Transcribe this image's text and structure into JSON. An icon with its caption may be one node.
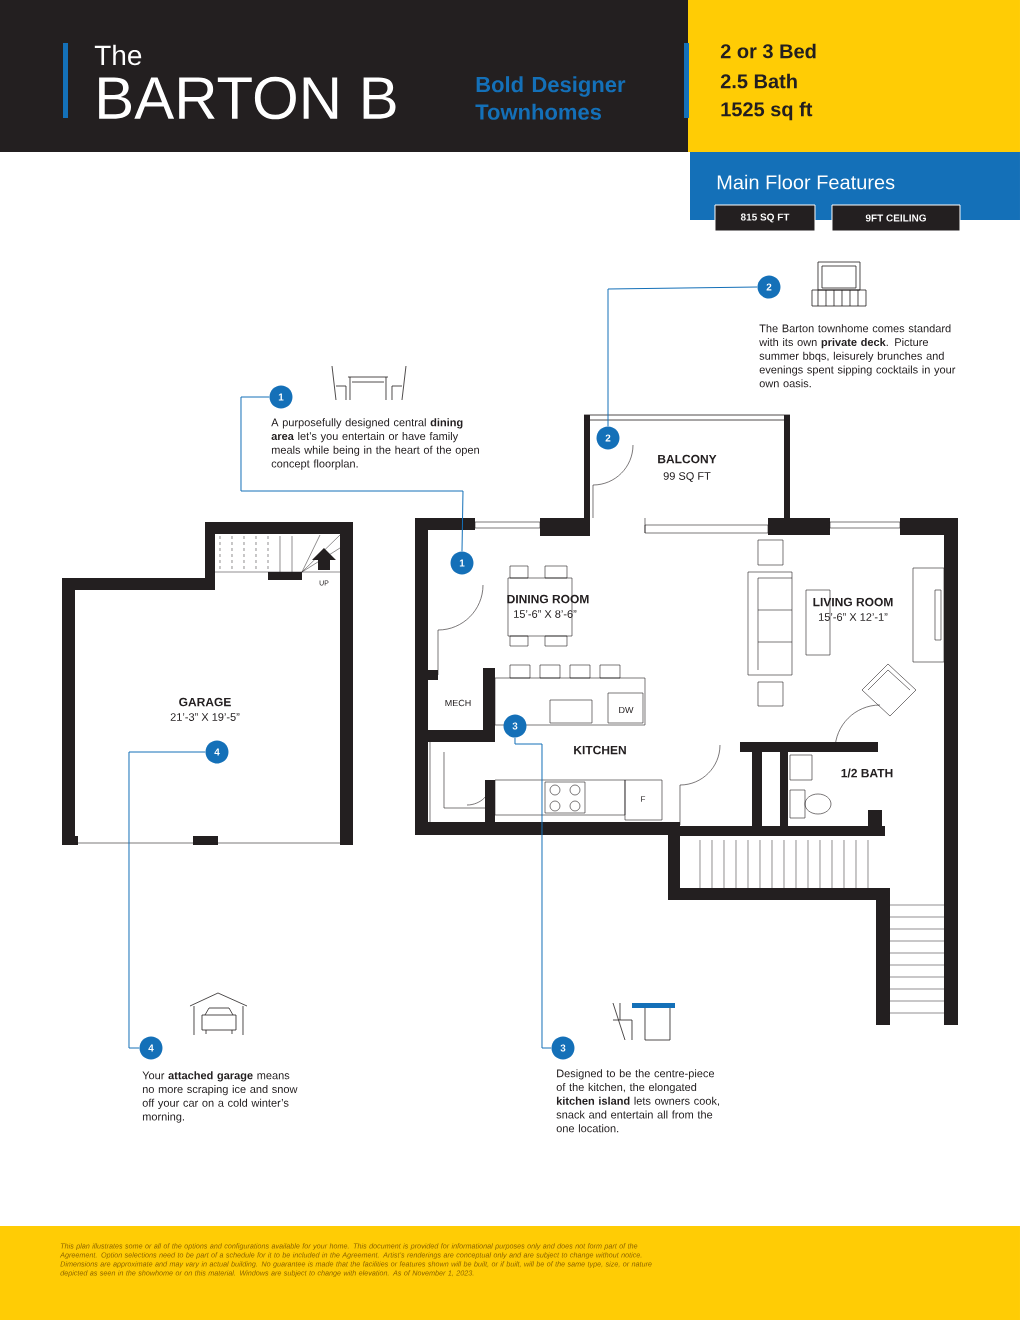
{
  "diagram": {
    "title": "BARTON B",
    "nodes": [
      {
        "text": [
          "815 SQ FT"
        ]
      },
      {
        "text": [
          "9FT CEILING"
        ]
      },
      {
        "text": [
          "1"
        ],
        "beside": [
          "A purposefully designed central **dining area** let’s you entertain or have family meals while being in the heart of the open concept floorplan."
        ]
      },
      {
        "text": [
          "1"
        ]
      },
      {
        "text": [
          "2"
        ],
        "beside": [
          "The Barton townhome comes standard with its own **private deck**. Picture summer bbqs, leisurely brunches and evenings spent sipping cocktails in your own oasis."
        ]
      },
      {
        "text": [
          "2"
        ]
      },
      {
        "text": [
          "3"
        ]
      },
      {
        "text": [
          "3"
        ],
        "beside": [
          "Designed to be the centre-piece of the kitchen, the elongated **kitchen island** lets owners cook, snack and entertain all from the one location."
        ]
      },
      {
        "text": [
          "4"
        ]
      },
      {
        "text": [
          "4"
        ],
        "beside": [
          "Your **attached garage** means no more scraping ice and snow off your car on a cold winter’s morning."
        ]
      }
    ],
    "edges": [
      {
        "from": 2,
        "to": 3,
        "arrow": "none"
      },
      {
        "from": 4,
        "to": 5,
        "arrow": "none"
      },
      {
        "from": 6,
        "to": 7,
        "arrow": "none"
      },
      {
        "from": 8,
        "to": 9,
        "arrow": "none"
      }
    ],
    "labels": [
      "The",
      "Bold Designer Townhomes",
      "2 or 3 Bed",
      "2.5 Bath",
      "1525 sq ft",
      "Main Floor Features",
      "BALCONY",
      "99 SQ FT",
      "UP",
      "DINING ROOM",
      "15’-6” X 8’-6”",
      "LIVING ROOM",
      "15’-6” X 12’-1”",
      "GARAGE",
      "21’-3” X 19’-5”",
      "MECH",
      "DW",
      "KITCHEN",
      "1/2 BATH",
      "F",
      "This plan illustrates some or all of the options and configurations available for your home. This document is provided for informational purposes only and does not form part of the Agreement. Option selections need to be part of a schedule for it to be included in the Agreement. Artist’s renderings are conceptual only and are subject to change without notice. Dimensions are approximate and may vary in actual building. No guarantee is made that the facilities or features shown will be built, or if built, will be of the same type, size, or nature depicted as seen in the showhome or on this material. Windows are subject to change with elevation. As of November 1, 2023."
    ]
  }
}
